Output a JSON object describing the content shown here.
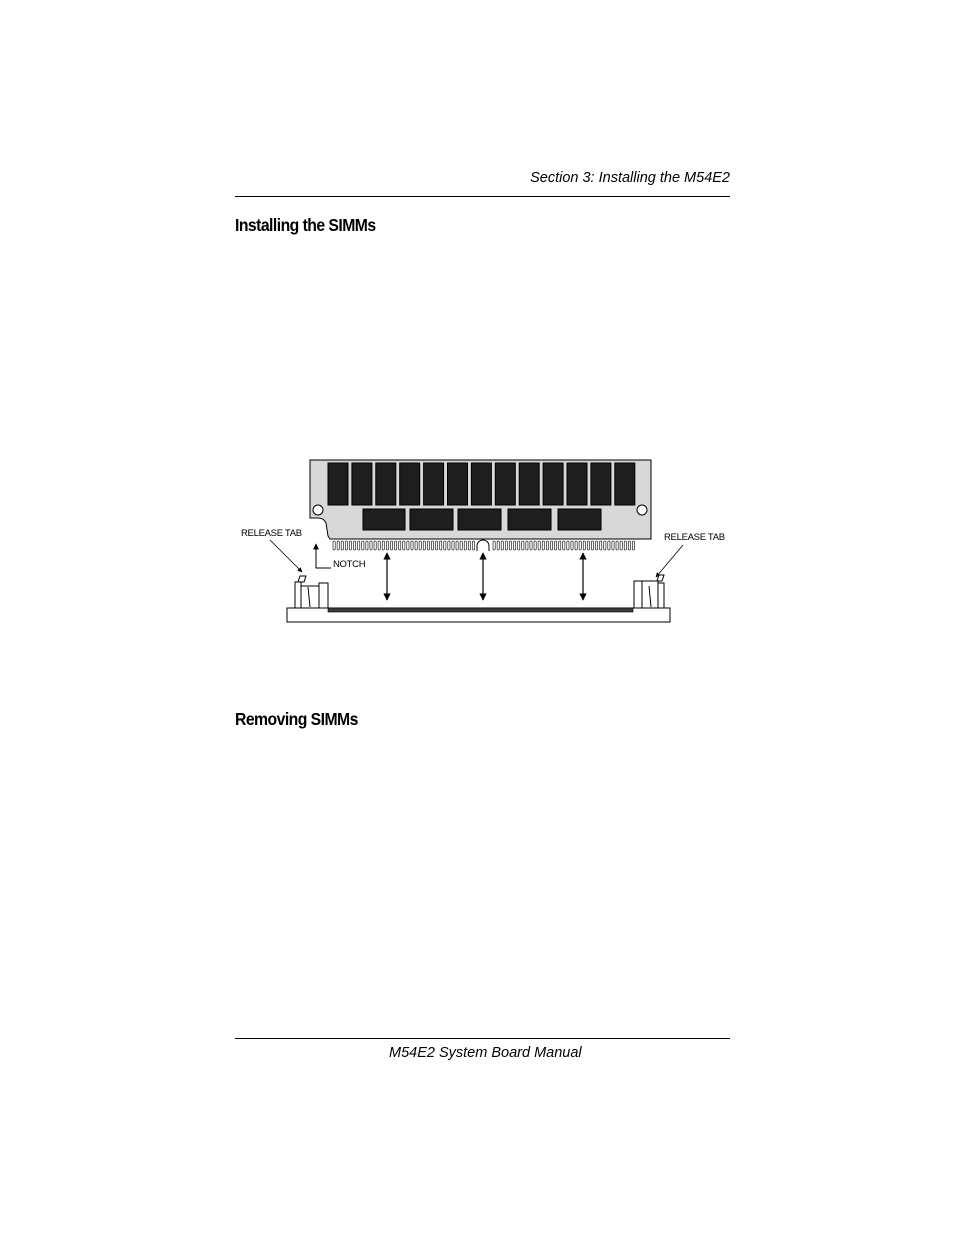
{
  "header": {
    "section_title": "Section 3: Installing the M54E2"
  },
  "sections": {
    "installing": {
      "title": "Installing the SIMMs"
    },
    "removing": {
      "title": "Removing SIMMs"
    }
  },
  "figure": {
    "labels": {
      "release_tab_left": "RELEASE TAB",
      "release_tab_right": "RELEASE TAB",
      "notch": "NOTCH"
    }
  },
  "footer": {
    "manual_title": "M54E2 System Board Manual"
  }
}
